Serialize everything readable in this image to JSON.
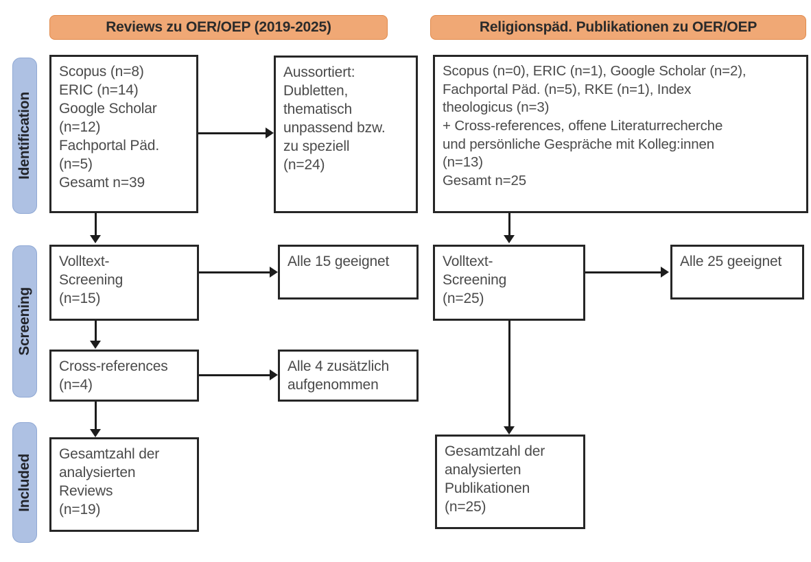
{
  "figure": {
    "type": "prisma-flow-diagram",
    "title_left": "Reviews zu OER/OEP (2019-2025)",
    "title_right": "Religionspäd. Publikationen zu OER/OEP",
    "colors": {
      "header_band": "#F0A875",
      "stage_pill": "#AEC1E3",
      "box_border": "#262626",
      "text": "#4a4a4a",
      "background": "#ffffff"
    }
  },
  "stages": [
    {
      "id": "identification",
      "label": "Identification"
    },
    {
      "id": "screening",
      "label": "Screening"
    },
    {
      "id": "included",
      "label": "Included"
    }
  ],
  "columns": {
    "left": {
      "header": "Reviews zu OER/OEP (2019-2025)",
      "boxes": {
        "sources": "Scopus (n=8)\nERIC (n=14)\nGoogle Scholar\n(n=12)\nFachportal Päd.\n(n=5)\nGesamt n=39",
        "excluded": "Aussortiert:\nDubletten,\nthematisch\nunpassend bzw.\nzu speziell\n(n=24)",
        "fulltext_screening": "Volltext-\nScreening\n(n=15)",
        "fulltext_result": "Alle 15 geeignet",
        "cross_references": "Cross-references\n(n=4)",
        "cross_references_result": "Alle 4 zusätzlich\naufgenommen",
        "included_total": "Gesamtzahl der\nanalysierten\nReviews\n(n=19)"
      }
    },
    "right": {
      "header": "Religionspäd. Publikationen zu OER/OEP",
      "boxes": {
        "sources": "Scopus (n=0), ERIC (n=1), Google Scholar (n=2),\nFachportal Päd. (n=5), RKE (n=1), Index\ntheologicus (n=3)\n+ Cross-references, offene Literaturrecherche\nund persönliche Gespräche mit Kolleg:innen\n(n=13)\nGesamt n=25",
        "fulltext_screening": "Volltext-\nScreening\n(n=25)",
        "fulltext_result": "Alle 25 geeignet",
        "included_total": "Gesamtzahl der\nanalysierten\nPublikationen\n(n=25)"
      }
    }
  },
  "chart_data": {
    "type": "diagram",
    "title": "PRISMA flow diagram: Reviews und religionspädagogische Publikationen zu OER/OEP",
    "nodes": [
      {
        "id": "L-sources",
        "stage": "Identification",
        "column": "left",
        "label": "Scopus (n=8) / ERIC (n=14) / Google Scholar (n=12) / Fachportal Päd. (n=5) / Gesamt n=39",
        "counts": {
          "Scopus": 8,
          "ERIC": 14,
          "Google Scholar": 12,
          "Fachportal Päd.": 5,
          "Gesamt": 39
        }
      },
      {
        "id": "L-excluded",
        "stage": "Identification",
        "column": "left",
        "label": "Aussortiert: Dubletten, thematisch unpassend bzw. zu speziell (n=24)",
        "counts": {
          "n": 24
        }
      },
      {
        "id": "L-screening",
        "stage": "Screening",
        "column": "left",
        "label": "Volltext-Screening (n=15)",
        "counts": {
          "n": 15
        }
      },
      {
        "id": "L-screening-result",
        "stage": "Screening",
        "column": "left",
        "label": "Alle 15 geeignet",
        "counts": {
          "n": 15
        }
      },
      {
        "id": "L-crossrefs",
        "stage": "Screening",
        "column": "left",
        "label": "Cross-references (n=4)",
        "counts": {
          "n": 4
        }
      },
      {
        "id": "L-crossrefs-result",
        "stage": "Screening",
        "column": "left",
        "label": "Alle 4 zusätzlich aufgenommen",
        "counts": {
          "n": 4
        }
      },
      {
        "id": "L-included",
        "stage": "Included",
        "column": "left",
        "label": "Gesamtzahl der analysierten Reviews (n=19)",
        "counts": {
          "n": 19
        }
      },
      {
        "id": "R-sources",
        "stage": "Identification",
        "column": "right",
        "label": "Scopus (n=0), ERIC (n=1), Google Scholar (n=2), Fachportal Päd. (n=5), RKE (n=1), Index theologicus (n=3) + Cross-references, offene Literaturrecherche und persönliche Gespräche mit Kolleg:innen (n=13); Gesamt n=25",
        "counts": {
          "Scopus": 0,
          "ERIC": 1,
          "Google Scholar": 2,
          "Fachportal Päd.": 5,
          "RKE": 1,
          "Index theologicus": 3,
          "Weitere": 13,
          "Gesamt": 25
        }
      },
      {
        "id": "R-screening",
        "stage": "Screening",
        "column": "right",
        "label": "Volltext-Screening (n=25)",
        "counts": {
          "n": 25
        }
      },
      {
        "id": "R-screening-result",
        "stage": "Screening",
        "column": "right",
        "label": "Alle 25 geeignet",
        "counts": {
          "n": 25
        }
      },
      {
        "id": "R-included",
        "stage": "Included",
        "column": "right",
        "label": "Gesamtzahl der analysierten Publikationen (n=25)",
        "counts": {
          "n": 25
        }
      }
    ],
    "edges": [
      {
        "from": "L-sources",
        "to": "L-excluded",
        "direction": "right"
      },
      {
        "from": "L-sources",
        "to": "L-screening",
        "direction": "down"
      },
      {
        "from": "L-screening",
        "to": "L-screening-result",
        "direction": "right"
      },
      {
        "from": "L-screening",
        "to": "L-crossrefs",
        "direction": "down"
      },
      {
        "from": "L-crossrefs",
        "to": "L-crossrefs-result",
        "direction": "right"
      },
      {
        "from": "L-crossrefs",
        "to": "L-included",
        "direction": "down"
      },
      {
        "from": "R-sources",
        "to": "R-screening",
        "direction": "down"
      },
      {
        "from": "R-screening",
        "to": "R-screening-result",
        "direction": "right"
      },
      {
        "from": "R-screening",
        "to": "R-included",
        "direction": "down"
      }
    ]
  }
}
